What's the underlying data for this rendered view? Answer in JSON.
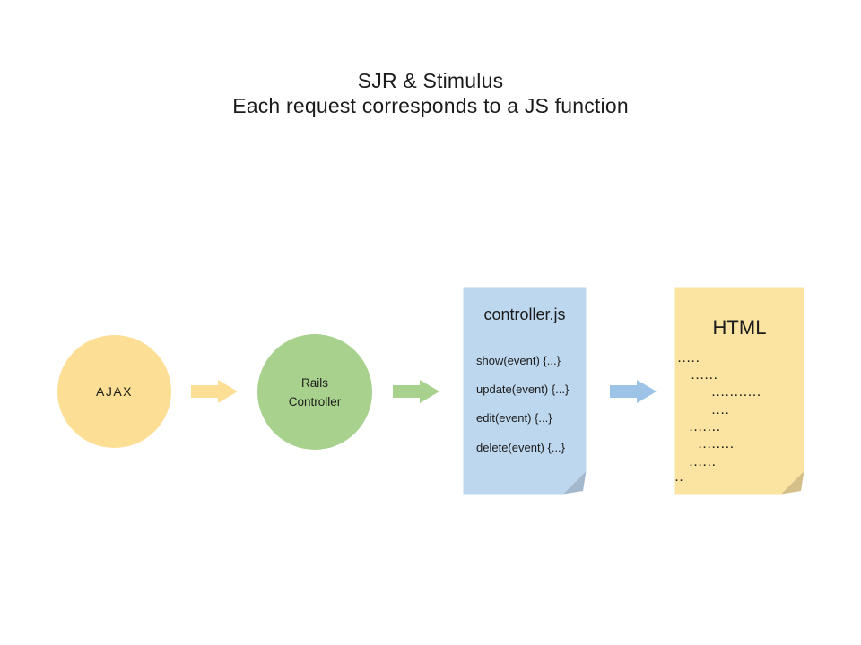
{
  "title": {
    "line1": "SJR & Stimulus",
    "line2": "Each request corresponds to a JS function"
  },
  "flow": {
    "ajax": {
      "label": "AJAX"
    },
    "rails": {
      "line1": "Rails",
      "line2": "Controller"
    },
    "controller_note": {
      "title": "controller.js",
      "functions": [
        "show(event) {...}",
        "update(event) {...}",
        "edit(event) {...}",
        "delete(event) {...}"
      ]
    },
    "html_note": {
      "title": "HTML",
      "lines": [
        ".....",
        "......",
        "...........",
        "....",
        ".......",
        "........",
        "......",
        ".."
      ]
    }
  },
  "colors": {
    "yellow_shape": "#fcdf94",
    "yellow_note": "#fbe4a2",
    "yellow_fold": "#d3bf87",
    "green_shape": "#a9d18e",
    "blue_note": "#bdd7ee",
    "blue_fold": "#a3b8cc",
    "blue_arrow": "#9dc3e6",
    "note_border": "#8a8a8a",
    "text": "#1b1b1b"
  }
}
